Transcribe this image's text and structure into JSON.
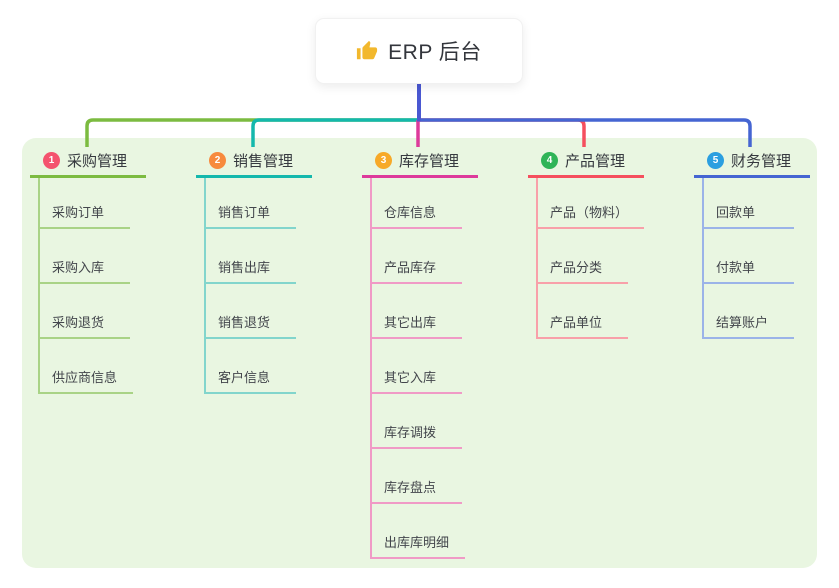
{
  "root": {
    "title": "ERP 后台",
    "icon": "thumbs-up-icon",
    "icon_color": "#f2b82d",
    "stem_color": "#4a58d2"
  },
  "canvas": {
    "background": "#ffffff",
    "panel_color": "#e9f6e1",
    "text_color": "#36393f"
  },
  "branches": [
    {
      "num": "1",
      "label": "采购管理",
      "badge_color": "#f4536e",
      "line_color": "#7cbb40",
      "child_line_color": "#a9d386",
      "children": [
        "采购订单",
        "采购入库",
        "采购退货",
        "供应商信息"
      ]
    },
    {
      "num": "2",
      "label": "销售管理",
      "badge_color": "#f78a3d",
      "line_color": "#14b8ac",
      "child_line_color": "#82d5cc",
      "children": [
        "销售订单",
        "销售出库",
        "销售退货",
        "客户信息"
      ]
    },
    {
      "num": "3",
      "label": "库存管理",
      "badge_color": "#f7a928",
      "line_color": "#dd3a9b",
      "child_line_color": "#f09ac6",
      "children": [
        "仓库信息",
        "产品库存",
        "其它出库",
        "其它入库",
        "库存调拨",
        "库存盘点",
        "出库库明细"
      ]
    },
    {
      "num": "4",
      "label": "产品管理",
      "badge_color": "#2fb457",
      "line_color": "#f54f5e",
      "child_line_color": "#f8a0a9",
      "children": [
        "产品（物料）",
        "产品分类",
        "产品单位"
      ]
    },
    {
      "num": "5",
      "label": "财务管理",
      "badge_color": "#2b9fe0",
      "line_color": "#4565d2",
      "child_line_color": "#9bb3e8",
      "children": [
        "回款单",
        "付款单",
        "结算账户"
      ]
    }
  ]
}
